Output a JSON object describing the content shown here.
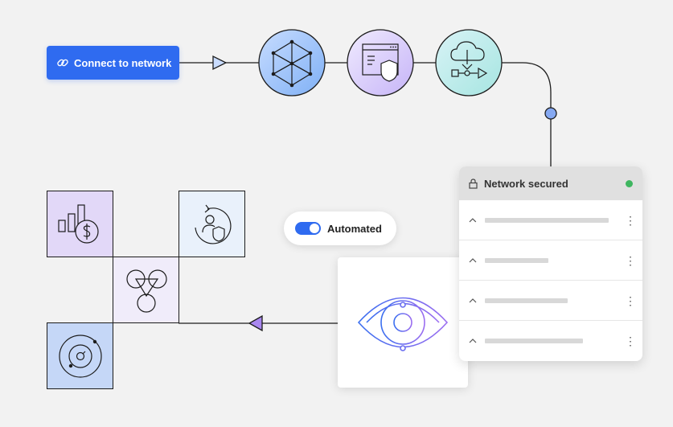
{
  "connect_button": {
    "label": "Connect to network",
    "icon": "link-icon",
    "color": "#2f6bf0"
  },
  "toggle": {
    "label": "Automated",
    "state": "on"
  },
  "network_panel": {
    "title": "Network secured",
    "status_color": "#3fb660",
    "rows": [
      {
        "icon": "chevron-up-icon",
        "menu": "kebab-icon"
      },
      {
        "icon": "chevron-up-icon",
        "menu": "kebab-icon"
      },
      {
        "icon": "chevron-up-icon",
        "menu": "kebab-icon"
      },
      {
        "icon": "chevron-up-icon",
        "menu": "kebab-icon"
      }
    ]
  },
  "flow_nodes": [
    "network-graph-icon",
    "secure-browser-icon",
    "cloud-flow-icon"
  ],
  "tiles": [
    "finance-chart-icon",
    "user-protect-icon",
    "network-circles-icon",
    "orbit-icon"
  ],
  "eye_card": {
    "icon": "eye-icon"
  }
}
